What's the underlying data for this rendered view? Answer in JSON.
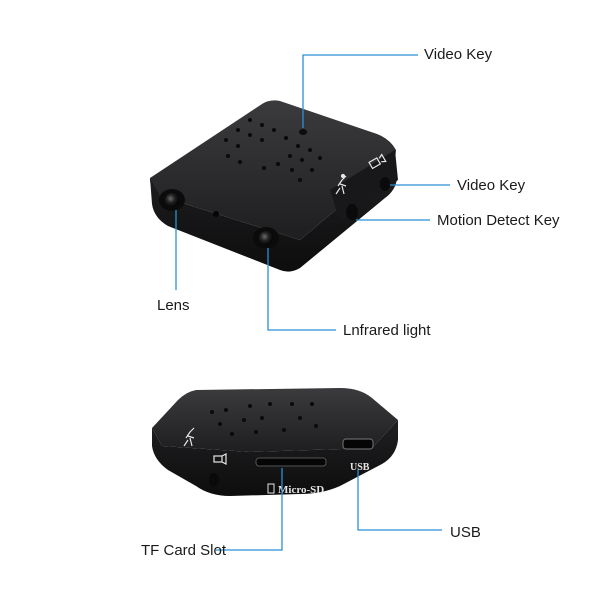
{
  "callouts": {
    "video_key_top": "Video Key",
    "video_key_side": "Video Key",
    "motion_detect_key": "Motion Detect Key",
    "lens": "Lens",
    "infrared_light": "Lnfrared light",
    "usb": "USB",
    "tf_card_slot": "TF Card Slot"
  },
  "device_markings": {
    "slot_label": "Micro-SD",
    "port_label": "USB"
  },
  "colors": {
    "callout_line": "#2a8fd6",
    "device_body": "#1c1c1e",
    "device_highlight": "#3a3a3d",
    "background": "#ffffff"
  }
}
